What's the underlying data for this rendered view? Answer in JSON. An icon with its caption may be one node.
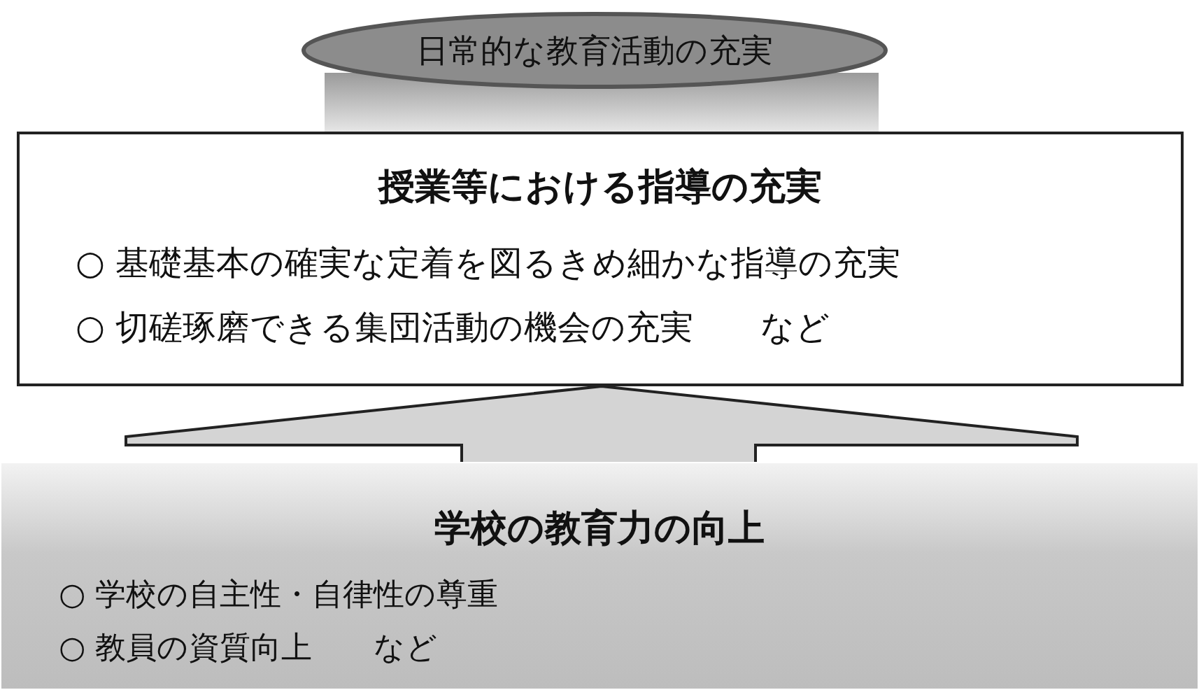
{
  "diagram": {
    "nodes": [
      {
        "text": [
          "日常的な教育活動の充実"
        ]
      },
      {
        "text": [
          "授業等における指導の充実",
          "○ 基礎基本の確実な定着を図るきめ細かな指導の充実",
          "○ 切磋琢磨できる集団活動の機会の充実　　など"
        ]
      },
      {
        "text": [
          "学校の教育力の向上",
          "○ 学校の自主性・自律性の尊重",
          "○ 教員の資質向上　　など"
        ]
      }
    ],
    "edges": [
      {
        "from": 2,
        "to": 1,
        "arrow": "to"
      }
    ]
  }
}
